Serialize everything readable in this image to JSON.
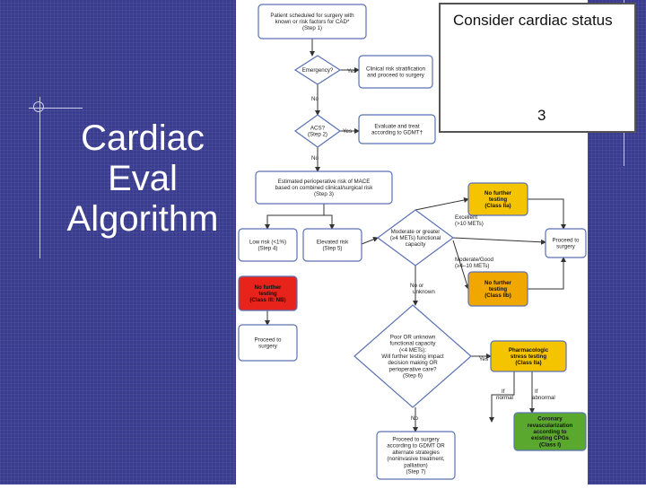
{
  "slide": {
    "title_lines": [
      "Cardiac",
      "Eval",
      "Algorithm"
    ]
  },
  "callout": {
    "text": "Consider cardiac status",
    "number": "3"
  },
  "diagram": {
    "colors": {
      "box_stroke": "#5a72b5",
      "box_fill": "#ffffff",
      "arrow": "#333333",
      "yellow": "#f5c400",
      "yellow_dark": "#f0a800",
      "red": "#e8231c",
      "green": "#5ba82e"
    },
    "nodes": [
      {
        "id": "n1",
        "shape": "rect",
        "lines": [
          "Patient scheduled for surgery with",
          "known or risk factors for CAD*",
          "(Step 1)"
        ],
        "fill": "white"
      },
      {
        "id": "n2",
        "shape": "diamond",
        "lines": [
          "Emergency?"
        ],
        "fill": "white"
      },
      {
        "id": "n3",
        "shape": "rect",
        "lines": [
          "Clinical risk stratification",
          "and proceed to surgery"
        ],
        "fill": "white"
      },
      {
        "id": "n4",
        "shape": "diamond",
        "lines": [
          "ACS?",
          "(Step 2)"
        ],
        "fill": "white"
      },
      {
        "id": "n5",
        "shape": "rect",
        "lines": [
          "Evaluate and treat",
          "according to GDMT†"
        ],
        "fill": "white"
      },
      {
        "id": "n6",
        "shape": "rect",
        "lines": [
          "Estimated perioperative risk of MACE",
          "based on combined clinical/surgical risk",
          "(Step 3)"
        ],
        "fill": "white"
      },
      {
        "id": "n7",
        "shape": "rect",
        "lines": [
          "No further",
          "testing",
          "(Class IIa)"
        ],
        "fill": "yellow",
        "bold": true
      },
      {
        "id": "n8",
        "shape": "rect",
        "lines": [
          "Low risk (<1%)",
          "(Step 4)"
        ],
        "fill": "white"
      },
      {
        "id": "n9",
        "shape": "rect",
        "lines": [
          "Elevated risk",
          "(Step 5)"
        ],
        "fill": "white"
      },
      {
        "id": "n10",
        "shape": "diamond",
        "lines": [
          "Moderate or greater",
          "(≥4 METs) functional",
          "capacity"
        ],
        "fill": "white"
      },
      {
        "id": "n11",
        "shape": "rect",
        "lines": [
          "Proceed to",
          "surgery"
        ],
        "fill": "white"
      },
      {
        "id": "n12",
        "shape": "rect",
        "lines": [
          "No further",
          "testing",
          "(Class III: NB)"
        ],
        "fill": "red",
        "bold": true
      },
      {
        "id": "n13",
        "shape": "rect",
        "lines": [
          "No further",
          "testing",
          "(Class IIb)"
        ],
        "fill": "yellow_dark",
        "bold": true
      },
      {
        "id": "n14",
        "shape": "rect",
        "lines": [
          "Proceed to",
          "surgery"
        ],
        "fill": "white"
      },
      {
        "id": "n15",
        "shape": "diamond",
        "lines": [
          "Poor OR unknown",
          "functional capacity",
          "(<4 METs):",
          "Will further testing impact",
          "decision making OR",
          "perioperative care?",
          "(Step 6)"
        ],
        "fill": "white"
      },
      {
        "id": "n16",
        "shape": "rect",
        "lines": [
          "Pharmacologic",
          "stress testing",
          "(Class IIa)"
        ],
        "fill": "yellow",
        "bold": true
      },
      {
        "id": "n17",
        "shape": "rect",
        "lines": [
          "Coronary",
          "revascularization",
          "according to",
          "existing CPGs",
          "(Class I)"
        ],
        "fill": "green",
        "bold": true
      },
      {
        "id": "n18",
        "shape": "rect",
        "lines": [
          "Proceed to surgery",
          "according to GDMT OR",
          "alternate strategies",
          "(noninvasive treatment,",
          "palliation)",
          "(Step 7)"
        ],
        "fill": "white"
      }
    ],
    "edge_labels": [
      {
        "id": "l1",
        "text": "Yes"
      },
      {
        "id": "l2",
        "text": "No"
      },
      {
        "id": "l3",
        "text": "Yes"
      },
      {
        "id": "l4",
        "text": "No"
      },
      {
        "id": "l5",
        "text": "Excellent"
      },
      {
        "id": "l6",
        "text": "(>10 METs)"
      },
      {
        "id": "l7",
        "text": "Moderate/Good"
      },
      {
        "id": "l8",
        "text": "(≥4–10 METs)"
      },
      {
        "id": "l9",
        "text": "No or"
      },
      {
        "id": "l10",
        "text": "unknown"
      },
      {
        "id": "l11",
        "text": "Yes"
      },
      {
        "id": "l12",
        "text": "No"
      },
      {
        "id": "l13",
        "text": "If"
      },
      {
        "id": "l14",
        "text": "normal"
      },
      {
        "id": "l15",
        "text": "If"
      },
      {
        "id": "l16",
        "text": "abnormal"
      }
    ]
  }
}
